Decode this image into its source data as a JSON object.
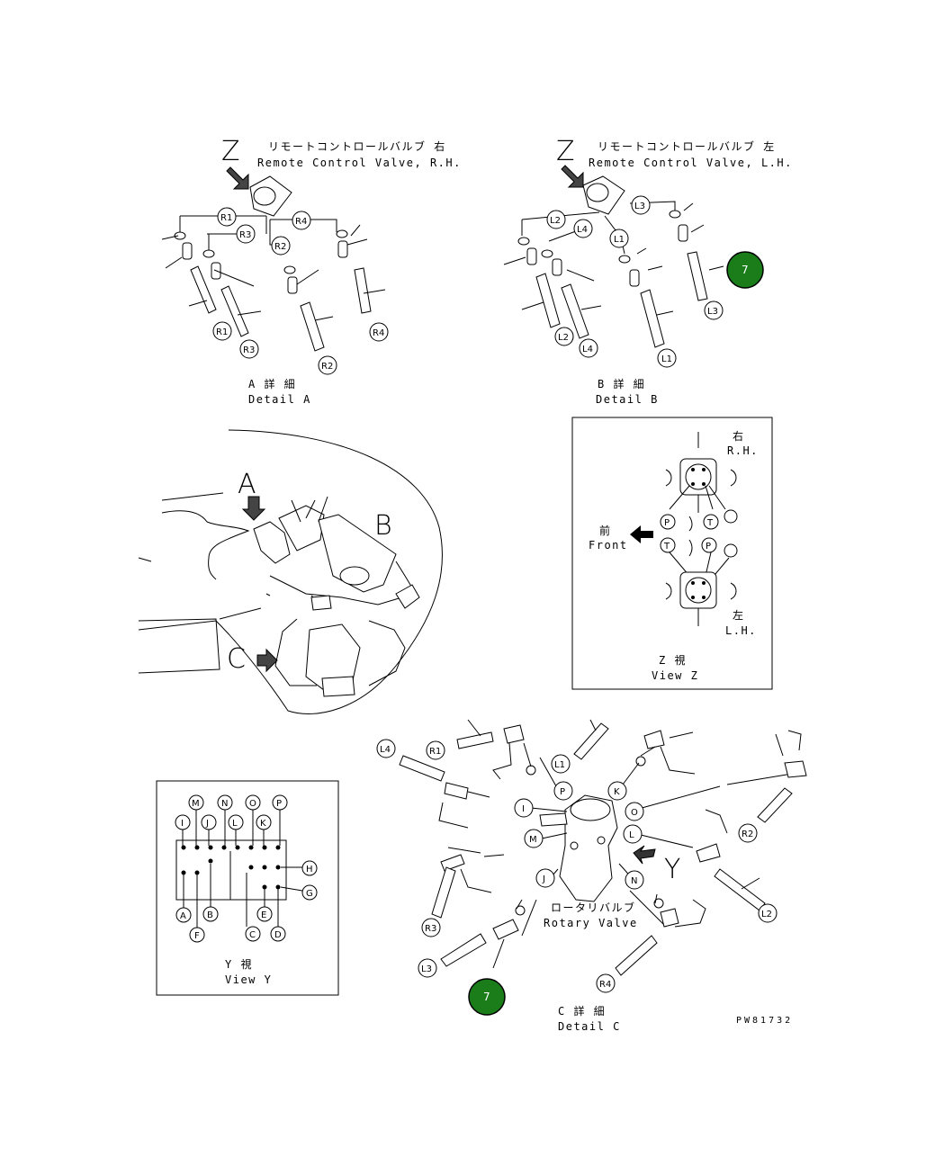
{
  "detailA": {
    "z_mark": "Z",
    "title_jp": "リモートコントロールバルブ 右",
    "title_en": "Remote Control Valve, R.H.",
    "caption_jp": "A 詳 細",
    "caption_en": "Detail A",
    "tags": [
      "R1",
      "R3",
      "R2",
      "R4",
      "R1",
      "R3",
      "R2",
      "R4"
    ]
  },
  "detailB": {
    "z_mark": "Z",
    "title_jp": "リモートコントロールバルブ 左",
    "title_en": "Remote Control Valve, L.H.",
    "caption_jp": "B 詳 細",
    "caption_en": "Detail B",
    "tags": [
      "L2",
      "L4",
      "L1",
      "L3",
      "L2",
      "L4",
      "L1",
      "L3"
    ],
    "badge": "7"
  },
  "overview": {
    "arrow_a": "A",
    "arrow_b": "B",
    "arrow_c": "C"
  },
  "viewZ": {
    "rh_jp": "右",
    "rh_en": "R.H.",
    "lh_jp": "左",
    "lh_en": "L.H.",
    "front_jp": "前",
    "front_en": "Front",
    "p_label": "P",
    "t_label": "T",
    "caption_jp": "Z  視",
    "caption_en": "View Z"
  },
  "viewY": {
    "ports_top": [
      "I",
      "J",
      "L",
      "K"
    ],
    "ports_top2": [
      "M",
      "N",
      "O",
      "P"
    ],
    "ports_bottom": [
      "A",
      "B",
      "C",
      "E",
      "D"
    ],
    "port_f": "F",
    "port_h": "H",
    "port_g": "G",
    "caption_jp": "Y  視",
    "caption_en": "View Y"
  },
  "detailC": {
    "title_jp": "ロータリバルブ",
    "title_en": "Rotary Valve",
    "caption_jp": "C 詳 細",
    "caption_en": "Detail C",
    "y_mark": "Y",
    "ports": [
      "P",
      "K",
      "I",
      "O",
      "M",
      "L",
      "J",
      "N"
    ],
    "hoses": [
      "L4",
      "R1",
      "L1",
      "R2",
      "R3",
      "L2",
      "L3",
      "R4"
    ],
    "badge": "7"
  },
  "drawing_no": "PW81732",
  "colors": {
    "badge": "#1a7d1a",
    "line": "#000000"
  }
}
